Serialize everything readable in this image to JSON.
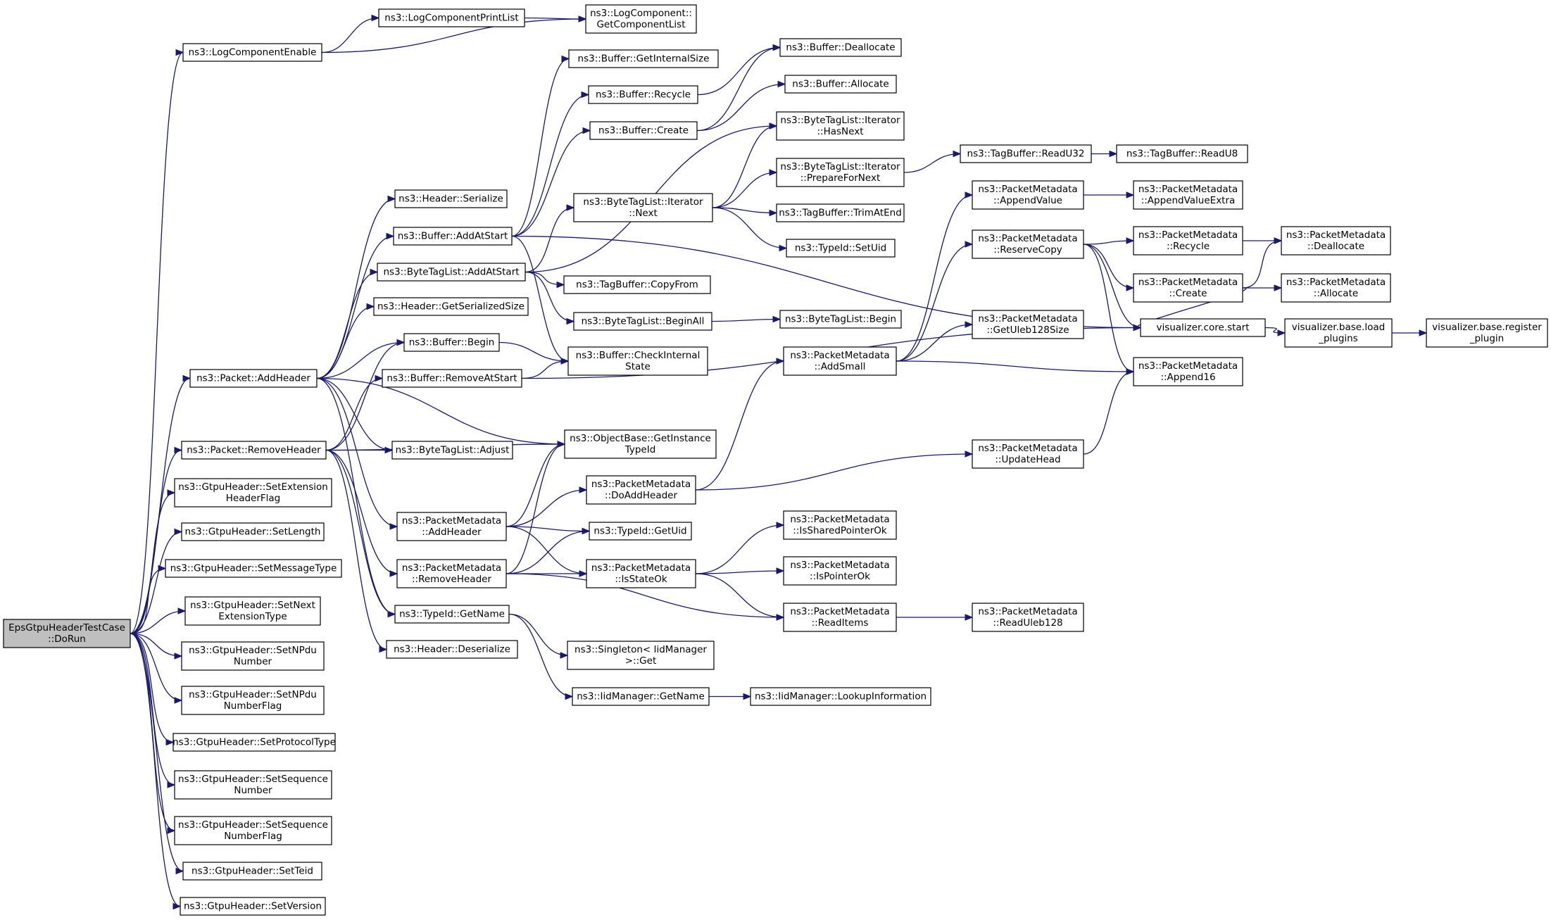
{
  "diagram": {
    "nodes": [
      {
        "id": "root",
        "label": [
          "EpsGtpuHeaderTestCase",
          "::DoRun"
        ]
      },
      {
        "id": "logenable",
        "label": [
          "ns3::LogComponentEnable"
        ]
      },
      {
        "id": "logprint",
        "label": [
          "ns3::LogComponentPrintList"
        ]
      },
      {
        "id": "getcomplist",
        "label": [
          "ns3::LogComponent::",
          "GetComponentList"
        ]
      },
      {
        "id": "pkt_addheader",
        "label": [
          "ns3::Packet::AddHeader"
        ]
      },
      {
        "id": "pkt_removeheader",
        "label": [
          "ns3::Packet::RemoveHeader"
        ]
      },
      {
        "id": "setextflag",
        "label": [
          "ns3::GtpuHeader::SetExtension",
          "HeaderFlag"
        ]
      },
      {
        "id": "setlength",
        "label": [
          "ns3::GtpuHeader::SetLength"
        ]
      },
      {
        "id": "setmsgtype",
        "label": [
          "ns3::GtpuHeader::SetMessageType"
        ]
      },
      {
        "id": "setnextext",
        "label": [
          "ns3::GtpuHeader::SetNext",
          "ExtensionType"
        ]
      },
      {
        "id": "setnpdu",
        "label": [
          "ns3::GtpuHeader::SetNPdu",
          "Number"
        ]
      },
      {
        "id": "setnpduflag",
        "label": [
          "ns3::GtpuHeader::SetNPdu",
          "NumberFlag"
        ]
      },
      {
        "id": "setproto",
        "label": [
          "ns3::GtpuHeader::SetProtocolType"
        ]
      },
      {
        "id": "setseq",
        "label": [
          "ns3::GtpuHeader::SetSequence",
          "Number"
        ]
      },
      {
        "id": "setseqflag",
        "label": [
          "ns3::GtpuHeader::SetSequence",
          "NumberFlag"
        ]
      },
      {
        "id": "setteid",
        "label": [
          "ns3::GtpuHeader::SetTeid"
        ]
      },
      {
        "id": "setversion",
        "label": [
          "ns3::GtpuHeader::SetVersion"
        ]
      },
      {
        "id": "hdr_serialize",
        "label": [
          "ns3::Header::Serialize"
        ]
      },
      {
        "id": "buf_addatstart",
        "label": [
          "ns3::Buffer::AddAtStart"
        ]
      },
      {
        "id": "btl_addatstart",
        "label": [
          "ns3::ByteTagList::AddAtStart"
        ]
      },
      {
        "id": "hdr_getsersize",
        "label": [
          "ns3::Header::GetSerializedSize"
        ]
      },
      {
        "id": "buf_begin",
        "label": [
          "ns3::Buffer::Begin"
        ]
      },
      {
        "id": "buf_removeatstart",
        "label": [
          "ns3::Buffer::RemoveAtStart"
        ]
      },
      {
        "id": "btl_adjust",
        "label": [
          "ns3::ByteTagList::Adjust"
        ]
      },
      {
        "id": "pm_addheader",
        "label": [
          "ns3::PacketMetadata",
          "::AddHeader"
        ]
      },
      {
        "id": "pm_removeheader",
        "label": [
          "ns3::PacketMetadata",
          "::RemoveHeader"
        ]
      },
      {
        "id": "typeid_getname",
        "label": [
          "ns3::TypeId::GetName"
        ]
      },
      {
        "id": "hdr_deserialize",
        "label": [
          "ns3::Header::Deserialize"
        ]
      },
      {
        "id": "buf_getinternalsize",
        "label": [
          "ns3::Buffer::GetInternalSize"
        ]
      },
      {
        "id": "buf_recycle",
        "label": [
          "ns3::Buffer::Recycle"
        ]
      },
      {
        "id": "buf_create",
        "label": [
          "ns3::Buffer::Create"
        ]
      },
      {
        "id": "btl_iter_next",
        "label": [
          "ns3::ByteTagList::Iterator",
          "::Next"
        ]
      },
      {
        "id": "tagbuf_copyfrom",
        "label": [
          "ns3::TagBuffer::CopyFrom"
        ]
      },
      {
        "id": "btl_beginall",
        "label": [
          "ns3::ByteTagList::BeginAll"
        ]
      },
      {
        "id": "buf_checkinternal",
        "label": [
          "ns3::Buffer::CheckInternal",
          "State"
        ]
      },
      {
        "id": "ob_getinstance",
        "label": [
          "ns3::ObjectBase::GetInstance",
          "TypeId"
        ]
      },
      {
        "id": "pm_doaddheader",
        "label": [
          "ns3::PacketMetadata",
          "::DoAddHeader"
        ]
      },
      {
        "id": "typeid_getuid",
        "label": [
          "ns3::TypeId::GetUid"
        ]
      },
      {
        "id": "pm_isstateok",
        "label": [
          "ns3::PacketMetadata",
          "::IsStateOk"
        ]
      },
      {
        "id": "singleton_get",
        "label": [
          "ns3::Singleton< IidManager",
          ">::Get"
        ]
      },
      {
        "id": "iid_getname",
        "label": [
          "ns3::IidManager::GetName"
        ]
      },
      {
        "id": "buf_dealloc",
        "label": [
          "ns3::Buffer::Deallocate"
        ]
      },
      {
        "id": "buf_alloc",
        "label": [
          "ns3::Buffer::Allocate"
        ]
      },
      {
        "id": "btl_iter_hasnext",
        "label": [
          "ns3::ByteTagList::Iterator",
          "::HasNext"
        ]
      },
      {
        "id": "btl_iter_prepare",
        "label": [
          "ns3::ByteTagList::Iterator",
          "::PrepareForNext"
        ]
      },
      {
        "id": "tagbuf_trim",
        "label": [
          "ns3::TagBuffer::TrimAtEnd"
        ]
      },
      {
        "id": "typeid_setuid",
        "label": [
          "ns3::TypeId::SetUid"
        ]
      },
      {
        "id": "btl_begin",
        "label": [
          "ns3::ByteTagList::Begin"
        ]
      },
      {
        "id": "pm_addsmall",
        "label": [
          "ns3::PacketMetadata",
          "::AddSmall"
        ]
      },
      {
        "id": "pm_issharedptr",
        "label": [
          "ns3::PacketMetadata",
          "::IsSharedPointerOk"
        ]
      },
      {
        "id": "pm_isptrok",
        "label": [
          "ns3::PacketMetadata",
          "::IsPointerOk"
        ]
      },
      {
        "id": "pm_readitems",
        "label": [
          "ns3::PacketMetadata",
          "::ReadItems"
        ]
      },
      {
        "id": "iid_lookup",
        "label": [
          "ns3::IidManager::LookupInformation"
        ]
      },
      {
        "id": "tagbuf_readu32",
        "label": [
          "ns3::TagBuffer::ReadU32"
        ]
      },
      {
        "id": "pm_appendvalue",
        "label": [
          "ns3::PacketMetadata",
          "::AppendValue"
        ]
      },
      {
        "id": "pm_reservecopy",
        "label": [
          "ns3::PacketMetadata",
          "::ReserveCopy"
        ]
      },
      {
        "id": "pm_getuleb",
        "label": [
          "ns3::PacketMetadata",
          "::GetUleb128Size"
        ]
      },
      {
        "id": "pm_updatehead",
        "label": [
          "ns3::PacketMetadata",
          "::UpdateHead"
        ]
      },
      {
        "id": "pm_readuleb",
        "label": [
          "ns3::PacketMetadata",
          "::ReadUleb128"
        ]
      },
      {
        "id": "tagbuf_readu8",
        "label": [
          "ns3::TagBuffer::ReadU8"
        ]
      },
      {
        "id": "pm_appendvalueextra",
        "label": [
          "ns3::PacketMetadata",
          "::AppendValueExtra"
        ]
      },
      {
        "id": "pm_recycle",
        "label": [
          "ns3::PacketMetadata",
          "::Recycle"
        ]
      },
      {
        "id": "pm_create",
        "label": [
          "ns3::PacketMetadata",
          "::Create"
        ]
      },
      {
        "id": "vis_start",
        "label": [
          "visualizer.core.start"
        ]
      },
      {
        "id": "pm_append16",
        "label": [
          "ns3::PacketMetadata",
          "::Append16"
        ]
      },
      {
        "id": "pm_dealloc",
        "label": [
          "ns3::PacketMetadata",
          "::Deallocate"
        ]
      },
      {
        "id": "pm_alloc",
        "label": [
          "ns3::PacketMetadata",
          "::Allocate"
        ]
      },
      {
        "id": "vis_load",
        "label": [
          "visualizer.base.load",
          "_plugins"
        ]
      },
      {
        "id": "vis_register",
        "label": [
          "visualizer.base.register",
          "_plugin"
        ]
      }
    ],
    "edges": [
      [
        "root",
        "logenable"
      ],
      [
        "root",
        "pkt_addheader"
      ],
      [
        "root",
        "pkt_removeheader"
      ],
      [
        "root",
        "setextflag"
      ],
      [
        "root",
        "setlength"
      ],
      [
        "root",
        "setmsgtype"
      ],
      [
        "root",
        "setnextext"
      ],
      [
        "root",
        "setnpdu"
      ],
      [
        "root",
        "setnpduflag"
      ],
      [
        "root",
        "setproto"
      ],
      [
        "root",
        "setseq"
      ],
      [
        "root",
        "setseqflag"
      ],
      [
        "root",
        "setteid"
      ],
      [
        "root",
        "setversion"
      ],
      [
        "logenable",
        "logprint"
      ],
      [
        "logenable",
        "getcomplist"
      ],
      [
        "logprint",
        "getcomplist"
      ],
      [
        "pkt_addheader",
        "hdr_serialize"
      ],
      [
        "pkt_addheader",
        "buf_addatstart"
      ],
      [
        "pkt_addheader",
        "btl_addatstart"
      ],
      [
        "pkt_addheader",
        "hdr_getsersize"
      ],
      [
        "pkt_addheader",
        "buf_begin"
      ],
      [
        "pkt_addheader",
        "btl_adjust"
      ],
      [
        "pkt_addheader",
        "ob_getinstance"
      ],
      [
        "pkt_addheader",
        "pm_addheader"
      ],
      [
        "pkt_addheader",
        "typeid_getname"
      ],
      [
        "pkt_removeheader",
        "buf_begin"
      ],
      [
        "pkt_removeheader",
        "buf_removeatstart"
      ],
      [
        "pkt_removeheader",
        "btl_adjust"
      ],
      [
        "pkt_removeheader",
        "ob_getinstance"
      ],
      [
        "pkt_removeheader",
        "pm_removeheader"
      ],
      [
        "pkt_removeheader",
        "typeid_getname"
      ],
      [
        "pkt_removeheader",
        "hdr_deserialize"
      ],
      [
        "buf_addatstart",
        "buf_getinternalsize"
      ],
      [
        "buf_addatstart",
        "buf_recycle"
      ],
      [
        "buf_addatstart",
        "buf_create"
      ],
      [
        "buf_addatstart",
        "buf_checkinternal"
      ],
      [
        "buf_addatstart",
        "vis_start"
      ],
      [
        "btl_addatstart",
        "btl_iter_hasnext"
      ],
      [
        "btl_addatstart",
        "btl_iter_next"
      ],
      [
        "btl_addatstart",
        "tagbuf_copyfrom"
      ],
      [
        "btl_addatstart",
        "btl_beginall"
      ],
      [
        "buf_begin",
        "buf_checkinternal"
      ],
      [
        "buf_removeatstart",
        "buf_checkinternal"
      ],
      [
        "buf_removeatstart",
        "vis_start"
      ],
      [
        "pm_addheader",
        "ob_getinstance"
      ],
      [
        "pm_addheader",
        "pm_doaddheader"
      ],
      [
        "pm_addheader",
        "typeid_getuid"
      ],
      [
        "pm_addheader",
        "pm_isstateok"
      ],
      [
        "pm_removeheader",
        "ob_getinstance"
      ],
      [
        "pm_removeheader",
        "typeid_getuid"
      ],
      [
        "pm_removeheader",
        "pm_isstateok"
      ],
      [
        "pm_removeheader",
        "pm_readitems"
      ],
      [
        "typeid_getname",
        "singleton_get"
      ],
      [
        "typeid_getname",
        "iid_getname"
      ],
      [
        "buf_recycle",
        "buf_dealloc"
      ],
      [
        "buf_create",
        "buf_dealloc"
      ],
      [
        "buf_create",
        "buf_alloc"
      ],
      [
        "btl_iter_next",
        "btl_iter_hasnext"
      ],
      [
        "btl_iter_next",
        "btl_iter_prepare"
      ],
      [
        "btl_iter_next",
        "tagbuf_trim"
      ],
      [
        "btl_iter_next",
        "typeid_setuid"
      ],
      [
        "btl_beginall",
        "btl_begin"
      ],
      [
        "pm_doaddheader",
        "pm_addsmall"
      ],
      [
        "pm_doaddheader",
        "pm_updatehead"
      ],
      [
        "pm_isstateok",
        "pm_issharedptr"
      ],
      [
        "pm_isstateok",
        "pm_isptrok"
      ],
      [
        "pm_isstateok",
        "pm_readitems"
      ],
      [
        "iid_getname",
        "iid_lookup"
      ],
      [
        "btl_iter_prepare",
        "tagbuf_readu32"
      ],
      [
        "tagbuf_readu32",
        "tagbuf_readu8"
      ],
      [
        "pm_addsmall",
        "pm_appendvalue"
      ],
      [
        "pm_addsmall",
        "pm_reservecopy"
      ],
      [
        "pm_addsmall",
        "pm_getuleb"
      ],
      [
        "pm_addsmall",
        "pm_append16"
      ],
      [
        "pm_appendvalue",
        "pm_appendvalueextra"
      ],
      [
        "pm_reservecopy",
        "pm_recycle"
      ],
      [
        "pm_reservecopy",
        "pm_create"
      ],
      [
        "pm_reservecopy",
        "vis_start"
      ],
      [
        "pm_reservecopy",
        "pm_append16"
      ],
      [
        "pm_recycle",
        "pm_dealloc"
      ],
      [
        "pm_create",
        "pm_dealloc"
      ],
      [
        "pm_create",
        "pm_alloc"
      ],
      [
        "pm_create",
        "vis_start"
      ],
      [
        "pm_updatehead",
        "pm_append16"
      ],
      [
        "pm_readitems",
        "pm_readuleb"
      ],
      [
        "vis_start",
        "vis_load"
      ],
      [
        "vis_load",
        "vis_register"
      ]
    ]
  }
}
